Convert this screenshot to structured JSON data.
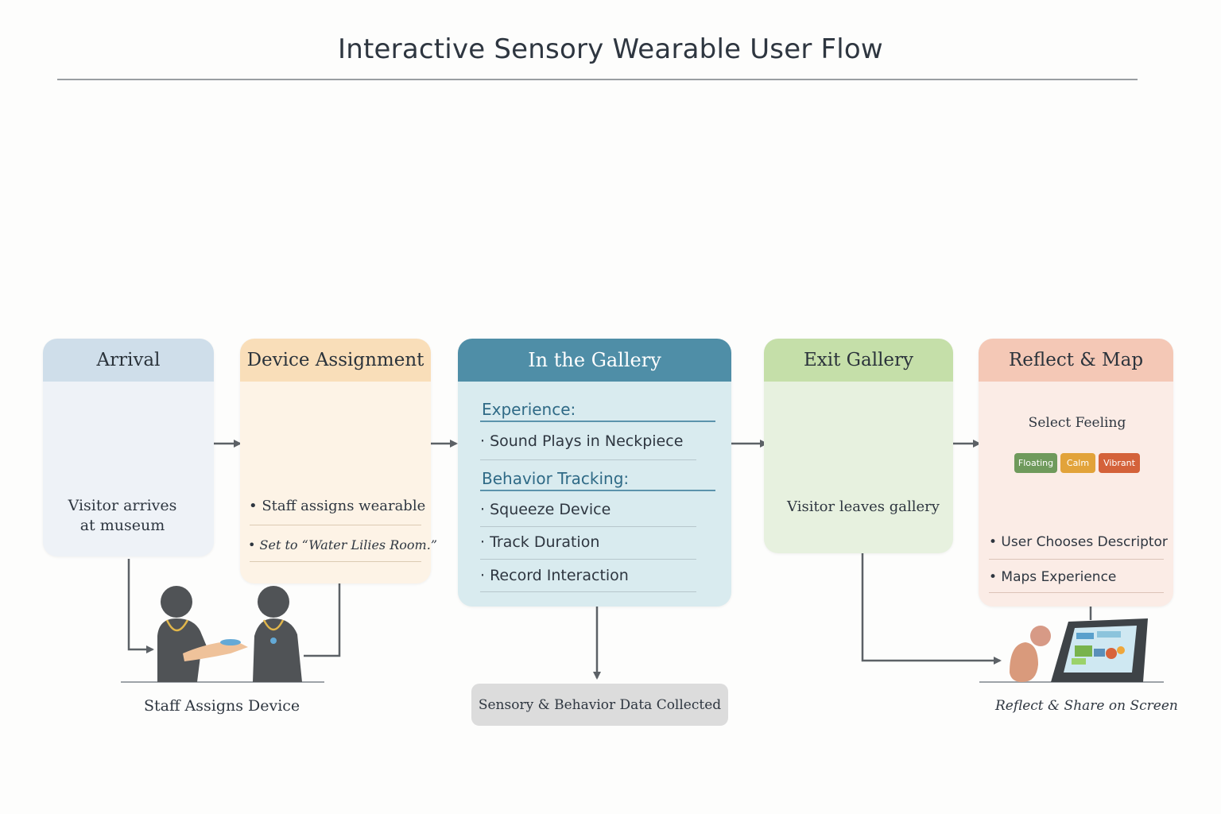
{
  "title": "Interactive Sensory Wearable User Flow",
  "steps": {
    "arrival": {
      "heading": "Arrival",
      "line1": "Visitor arrives",
      "line2": "at museum"
    },
    "device_assignment": {
      "heading": "Device Assignment",
      "item1": "• Staff assigns wearable",
      "item2": "• Set to “Water Lilies Room.”"
    },
    "in_gallery": {
      "heading": "In the Gallery",
      "experience_label": "Experience:",
      "experience_items": [
        "· Sound Plays in Neckpiece"
      ],
      "tracking_label": "Behavior Tracking:",
      "tracking_items": [
        "· Squeeze Device",
        "· Track Duration",
        "· Record Interaction"
      ]
    },
    "exit_gallery": {
      "heading": "Exit Gallery",
      "text": "Visitor leaves gallery"
    },
    "reflect_map": {
      "heading": "Reflect & Map",
      "screen_title": "Select Feeling",
      "options": [
        {
          "label": "Floating",
          "color": "#6f9a5c"
        },
        {
          "label": "Calm",
          "color": "#e2a33a"
        },
        {
          "label": "Vibrant",
          "color": "#d4623a"
        }
      ],
      "item1": "• User Chooses Descriptor",
      "item2": "• Maps Experience"
    }
  },
  "branches": {
    "staff_assigns": "Staff Assigns Device",
    "data_collected": "Sensory & Behavior Data Collected",
    "reflect_share": "Reflect & Share on Screen"
  },
  "colors": {
    "arrival": "#cfdeea",
    "device_assignment": "#f9deb9",
    "in_gallery": "#4f8ea7",
    "exit_gallery": "#c5dfa9",
    "reflect_map": "#f4c8b6",
    "person": "#505356",
    "connector": "#5c6166"
  }
}
